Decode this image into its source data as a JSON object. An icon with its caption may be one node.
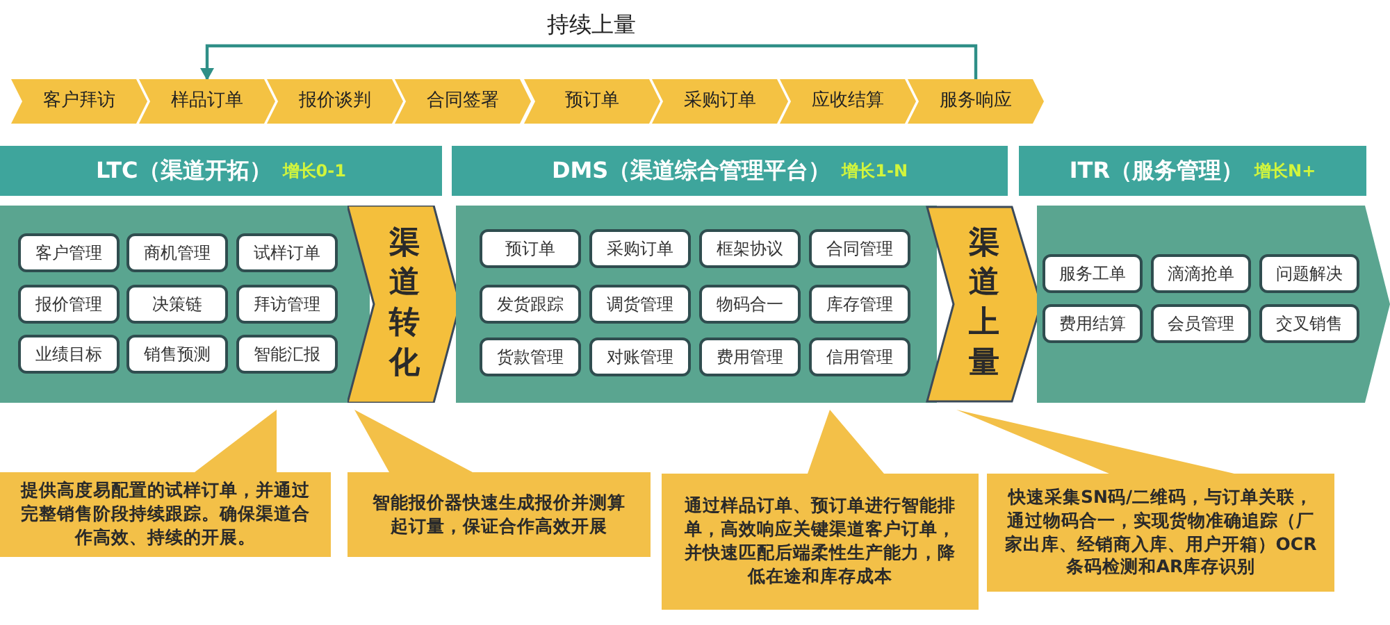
{
  "diagram": {
    "nodes": [
      {
        "text": [
          "客户拜访"
        ]
      },
      {
        "text": [
          "样品订单"
        ]
      },
      {
        "text": [
          "报价谈判"
        ]
      },
      {
        "text": [
          "合同签署"
        ]
      },
      {
        "text": [
          "预订单"
        ]
      },
      {
        "text": [
          "采购订单"
        ]
      },
      {
        "text": [
          "应收结算"
        ]
      },
      {
        "text": [
          "服务响应"
        ]
      },
      {
        "text": [
          "LTC（渠道开拓）",
          "增长0-1"
        ]
      },
      {
        "text": [
          "DMS（渠道综合管理平台）",
          "增长1-N"
        ]
      },
      {
        "text": [
          "ITR（服务管理）",
          "增长N+"
        ]
      },
      {
        "text": [],
        "shape": "box"
      },
      {
        "text": [
          "客户管理"
        ],
        "in": 11
      },
      {
        "text": [
          "商机管理"
        ],
        "in": 11
      },
      {
        "text": [
          "试样订单"
        ],
        "in": 11
      },
      {
        "text": [
          "报价管理"
        ],
        "in": 11
      },
      {
        "text": [
          "决策链"
        ],
        "in": 11
      },
      {
        "text": [
          "拜访管理"
        ],
        "in": 11
      },
      {
        "text": [
          "业绩目标"
        ],
        "in": 11
      },
      {
        "text": [
          "销售预测"
        ],
        "in": 11
      },
      {
        "text": [
          "智能汇报"
        ],
        "in": 11
      },
      {
        "text": [
          "渠道转化"
        ]
      },
      {
        "text": [],
        "shape": "box"
      },
      {
        "text": [
          "预订单"
        ],
        "in": 22
      },
      {
        "text": [
          "采购订单"
        ],
        "in": 22
      },
      {
        "text": [
          "框架协议"
        ],
        "in": 22
      },
      {
        "text": [
          "合同管理"
        ],
        "in": 22
      },
      {
        "text": [
          "发货跟踪"
        ],
        "in": 22
      },
      {
        "text": [
          "调货管理"
        ],
        "in": 22
      },
      {
        "text": [
          "物码合一"
        ],
        "in": 22
      },
      {
        "text": [
          "库存管理"
        ],
        "in": 22
      },
      {
        "text": [
          "货款管理"
        ],
        "in": 22
      },
      {
        "text": [
          "对账管理"
        ],
        "in": 22
      },
      {
        "text": [
          "费用管理"
        ],
        "in": 22
      },
      {
        "text": [
          "信用管理"
        ],
        "in": 22
      },
      {
        "text": [
          "渠道上量"
        ]
      },
      {
        "text": [],
        "shape": "box"
      },
      {
        "text": [
          "服务工单"
        ],
        "in": 36
      },
      {
        "text": [
          "滴滴抢单"
        ],
        "in": 36
      },
      {
        "text": [
          "问题解决"
        ],
        "in": 36
      },
      {
        "text": [
          "费用结算"
        ],
        "in": 36
      },
      {
        "text": [
          "会员管理"
        ],
        "in": 36
      },
      {
        "text": [
          "交叉销售"
        ],
        "in": 36
      },
      {
        "text": [
          "提供高度易配置的**试样订单**，并通过完整销售阶段持续跟踪。确保渠道合作高效、持续的开展。"
        ]
      },
      {
        "text": [
          "**智能报价器**快速生成报价并测算起订量，保证合作高效开展"
        ]
      },
      {
        "text": [
          "通过样品订单、预订单进行**智能排单**，高效响应关键渠道客户订单，并快速匹配后端柔性生产能力，降低在途和库存成本"
        ]
      },
      {
        "text": [
          "快速采集SN码/二维码，与订单关联，通过**物码合一**，实现货物准确追踪（厂家出库、经销商入库、用户开箱）OCR条码检测和AR库存识别"
        ]
      }
    ],
    "edges": [
      {
        "from": 7,
        "to": 1,
        "arrow": "to",
        "label": "持续上量"
      }
    ]
  }
}
